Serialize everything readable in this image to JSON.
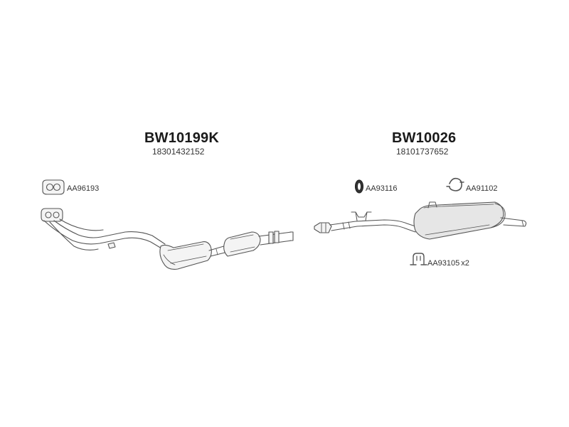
{
  "assemblies": [
    {
      "part_number": "BW10199K",
      "oem_number": "18301432152",
      "accessories": [
        {
          "code": "AA96193",
          "icon": "gasket-icon"
        }
      ]
    },
    {
      "part_number": "BW10026",
      "oem_number": "18101737652",
      "accessories": [
        {
          "code": "AA93116",
          "icon": "rubber-ring-icon"
        },
        {
          "code": "AA91102",
          "icon": "pipe-clamp-icon"
        },
        {
          "code": "AA93105",
          "icon": "mounting-bracket-icon",
          "quantity": "x2"
        }
      ]
    }
  ],
  "colors": {
    "line": "#555555",
    "fill_light": "#f4f4f4",
    "fill_mid": "#e6e6e6",
    "text": "#222222"
  }
}
